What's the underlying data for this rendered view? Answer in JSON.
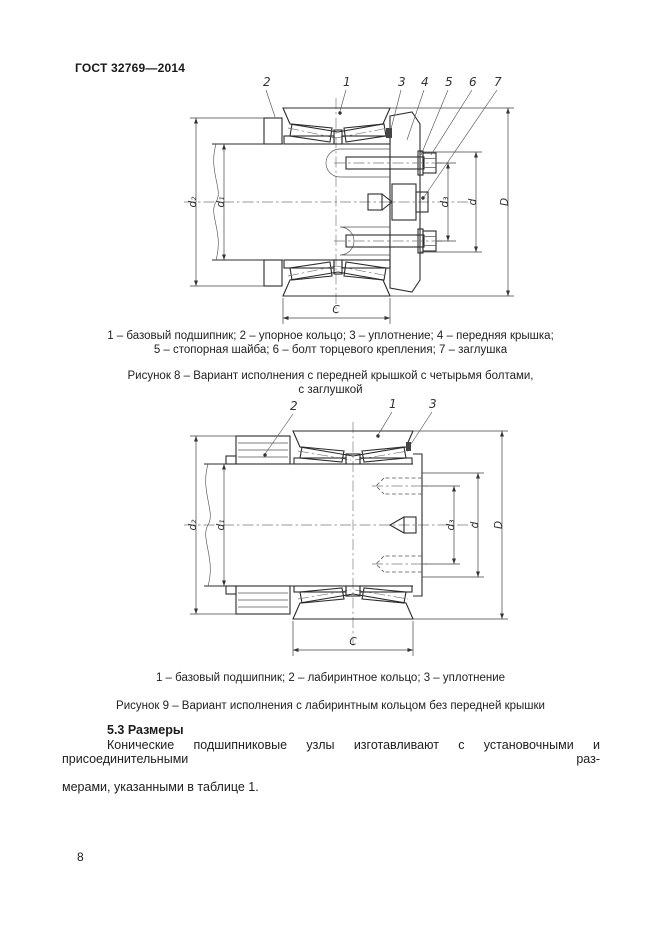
{
  "page": {
    "header": "ГОСТ 32769—2014",
    "page_number": "8"
  },
  "figure8": {
    "callouts": {
      "c1": "1",
      "c2": "2",
      "c3": "3",
      "c4": "4",
      "c5": "5",
      "c6": "6",
      "c7": "7"
    },
    "dims": {
      "d2": "d₂",
      "d1": "d₁",
      "d3": "d₃",
      "d": "d",
      "D": "D",
      "C": "C"
    },
    "legend_line1": "1 – базовый подшипник; 2 – упорное кольцо; 3 – уплотнение; 4 – передняя крышка;",
    "legend_line2": "5 – стопорная шайба; 6 – болт торцевого крепления; 7 – заглушка",
    "caption_line1": "Рисунок 8 – Вариант исполнения с передней крышкой с четырьмя болтами,",
    "caption_line2": "с заглушкой"
  },
  "figure9": {
    "callouts": {
      "c1": "1",
      "c2": "2",
      "c3": "3"
    },
    "dims": {
      "d2": "d₂",
      "d1": "d₁",
      "d3": "d₃",
      "d": "d",
      "D": "D",
      "C": "C"
    },
    "legend": "1 – базовый подшипник; 2 – лабиринтное кольцо; 3 – уплотнение",
    "caption": "Рисунок 9 – Вариант исполнения с лабиринтным кольцом без передней крышки"
  },
  "section": {
    "heading": "5.3 Размеры",
    "body_line1": "Конические подшипниковые узлы изготавливают с установочными и присоединительными раз-",
    "body_line2": "мерами, указанными в таблице 1."
  }
}
